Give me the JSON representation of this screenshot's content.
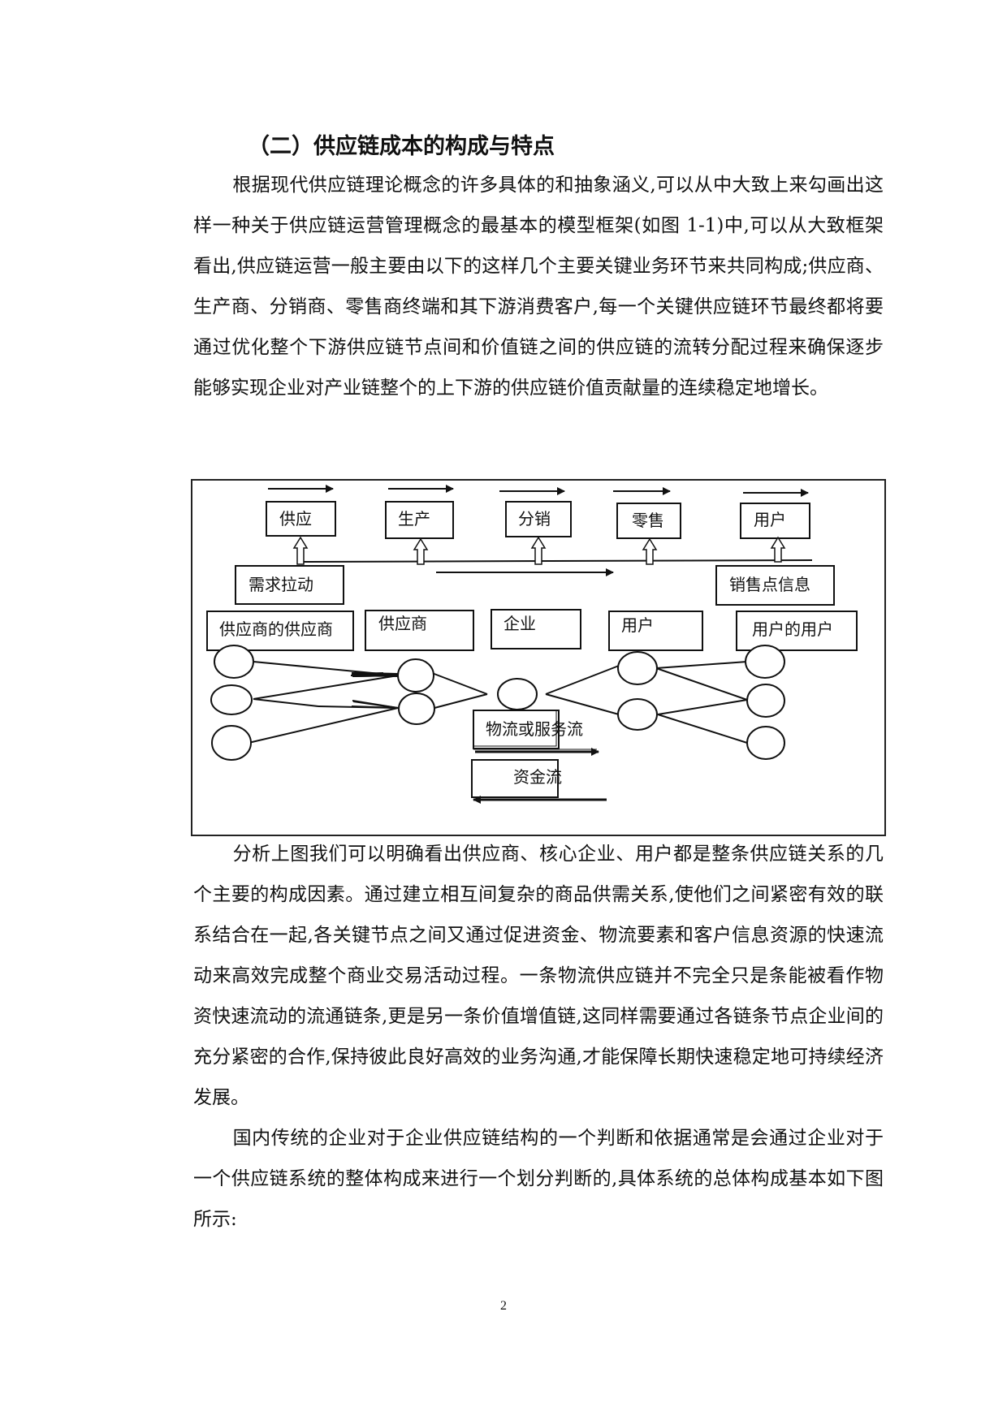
{
  "document": {
    "heading": "（二）供应链成本的构成与特点",
    "paragraphs": [
      "根据现代供应链理论概念的许多具体的和抽象涵义,可以从中大致上来勾画出这样一种关于供应链运营管理概念的最基本的模型框架(如图 1-1)中,可以从大致框架看出,供应链运营一般主要由以下的这样几个主要关键业务环节来共同构成;供应商、生产商、分销商、零售商终端和其下游消费客户,每一个关键供应链环节最终都将要通过优化整个下游供应链节点间和价值链之间的供应链的流转分配过程来确保逐步能够实现企业对产业链整个的上下游的供应链价值贡献量的连续稳定地增长。",
      "分析上图我们可以明确看出供应商、核心企业、用户都是整条供应链关系的几个主要的构成因素。通过建立相互间复杂的商品供需关系,使他们之间紧密有效的联系结合在一起,各关键节点之间又通过促进资金、物流要素和客户信息资源的快速流动来高效完成整个商业交易活动过程。一条物流供应链并不完全只是条能被看作物资快速流动的流通链条,更是另一条价值增值链,这同样需要通过各链条节点企业间的充分紧密的合作,保持彼此良好高效的业务沟通,才能保障长期快速稳定地可持续经济发展。",
      "国内传统的企业对于企业供应链结构的一个判断和依据通常是会通过企业对于一个供应链系统的整体构成来进行一个划分判断的,具体系统的总体构成基本如下图所示:"
    ],
    "page_number": "2"
  },
  "diagram": {
    "stages": [
      "供应",
      "生产",
      "分销",
      "零售",
      "用户"
    ],
    "demand_pull": "需求拉动",
    "pos_info": "销售点信息",
    "entities": [
      "供应商的供应商",
      "供应商",
      "企业",
      "用户",
      "用户的用户"
    ],
    "logistics_flow": "物流或服务流",
    "capital_flow": "资金流"
  }
}
